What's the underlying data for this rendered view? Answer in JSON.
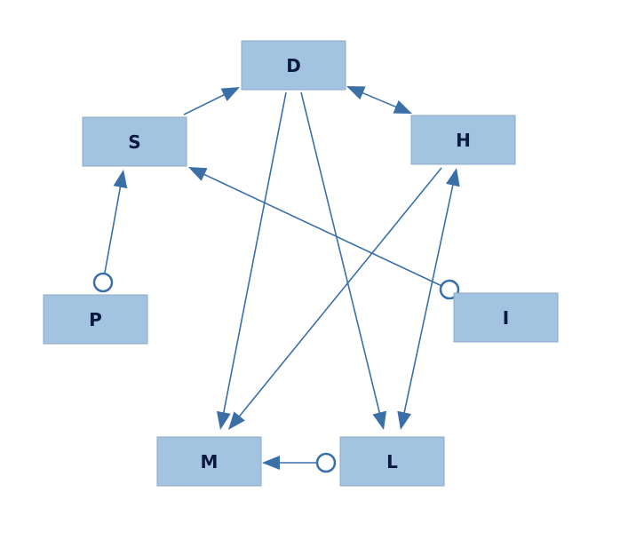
{
  "nodes": [
    {
      "id": "D",
      "label": "D"
    },
    {
      "id": "S",
      "label": "S"
    },
    {
      "id": "H",
      "label": "H"
    },
    {
      "id": "P",
      "label": "P"
    },
    {
      "id": "I",
      "label": "I"
    },
    {
      "id": "M",
      "label": "M"
    },
    {
      "id": "L",
      "label": "L"
    }
  ],
  "edges": [
    {
      "from": "S",
      "to": "D",
      "start": "none",
      "end": "arrow"
    },
    {
      "from": "D",
      "to": "H",
      "start": "arrow",
      "end": "arrow"
    },
    {
      "from": "P",
      "to": "S",
      "start": "circle",
      "end": "arrow"
    },
    {
      "from": "I",
      "to": "S",
      "start": "circle",
      "end": "arrow"
    },
    {
      "from": "D",
      "to": "M",
      "start": "none",
      "end": "arrow"
    },
    {
      "from": "D",
      "to": "L",
      "start": "none",
      "end": "arrow"
    },
    {
      "from": "H",
      "to": "M",
      "start": "none",
      "end": "arrow"
    },
    {
      "from": "H",
      "to": "L",
      "start": "arrow",
      "end": "arrow"
    },
    {
      "from": "L",
      "to": "M",
      "start": "circle",
      "end": "arrow"
    }
  ],
  "colors": {
    "node_fill": "#a3c4e0",
    "node_border": "#8aa9c4",
    "edge": "#3a6fa8",
    "label": "#0b1a40"
  }
}
